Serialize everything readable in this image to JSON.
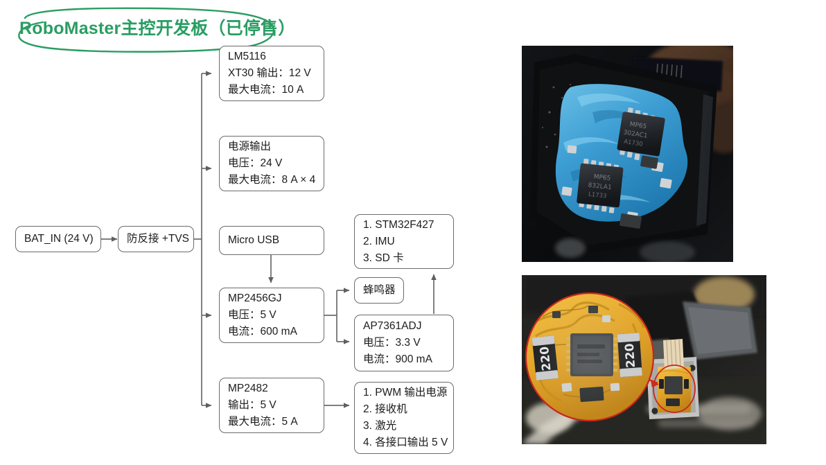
{
  "title": {
    "text": "RoboMaster主控开发板（已停售）",
    "color": "#2a9d63",
    "annotation": "hand-drawn-green-ellipse"
  },
  "diagram": {
    "type": "block-diagram",
    "line_color": "#6b6b6b",
    "nodes": {
      "bat_in": {
        "lines": [
          "BAT_IN (24 V)"
        ]
      },
      "tvs": {
        "lines": [
          "防反接 +TVS"
        ]
      },
      "lm5116": {
        "lines": [
          "LM5116",
          "XT30 输出：12 V",
          "最大电流：10 A"
        ]
      },
      "power_out": {
        "lines": [
          "电源输出",
          "电压：24 V",
          "最大电流：8 A × 4"
        ]
      },
      "micro_usb": {
        "lines": [
          "Micro USB"
        ]
      },
      "mp2456gj": {
        "lines": [
          "MP2456GJ",
          "电压：5 V",
          "电流：600 mA"
        ]
      },
      "mp2482": {
        "lines": [
          "MP2482",
          "输出：5 V",
          "最大电流：5 A"
        ]
      },
      "mcu_group": {
        "lines": [
          "1. STM32F427",
          "2. IMU",
          "3. SD 卡"
        ]
      },
      "buzzer": {
        "lines": [
          "蜂鸣器"
        ]
      },
      "ap7361adj": {
        "lines": [
          "AP7361ADJ",
          "电压：3.3 V",
          "电流：900 mA"
        ]
      },
      "loads_group": {
        "lines": [
          "1. PWM 输出电源",
          "2. 接收机",
          "3. 激光",
          "4. 各接口输出 5 V"
        ]
      }
    }
  },
  "photos": {
    "top": {
      "caption_semantic": "pcb-macro-blue-thermal-paste-two-ics",
      "chip_markings": [
        "MP65 302AC1 A1730",
        "MP65 832LA1 L1733"
      ],
      "dominant_colors": [
        "#0b0c0e",
        "#3ea8e0",
        "#1c1f22"
      ]
    },
    "bottom": {
      "caption_semantic": "yellow-flex-pcb-module-with-red-circle-zoom-callout",
      "component_labels": [
        "220",
        "220"
      ],
      "dominant_colors": [
        "#e8a92a",
        "#d12b1e",
        "#2b2b2b",
        "#b9b4a8"
      ]
    }
  }
}
